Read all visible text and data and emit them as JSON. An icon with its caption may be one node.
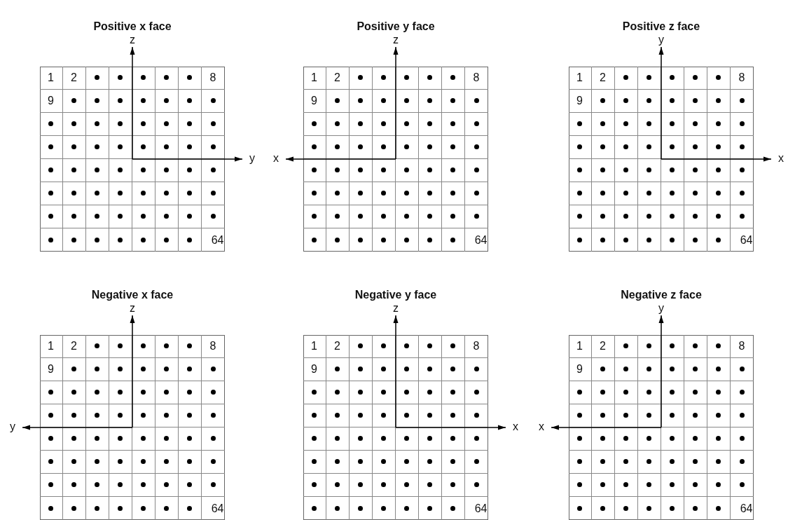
{
  "diagram": {
    "nodes": [
      {
        "text": [
          "Positive x face",
          "1",
          "2",
          "8",
          "9",
          "64"
        ]
      },
      {
        "text": [
          "Positive y face",
          "1",
          "2",
          "8",
          "9",
          "64"
        ]
      },
      {
        "text": [
          "Positive z face",
          "1",
          "2",
          "8",
          "9",
          "64"
        ]
      },
      {
        "text": [
          "Negative x face",
          "1",
          "2",
          "8",
          "9",
          "64"
        ]
      },
      {
        "text": [
          "Negative y face",
          "1",
          "2",
          "8",
          "9",
          "64"
        ]
      },
      {
        "text": [
          "Negative z face",
          "1",
          "2",
          "8",
          "9",
          "64"
        ]
      }
    ],
    "labels": [
      "z",
      "y",
      "z",
      "x",
      "y",
      "x",
      "z",
      "y",
      "z",
      "x",
      "y",
      "x"
    ]
  }
}
